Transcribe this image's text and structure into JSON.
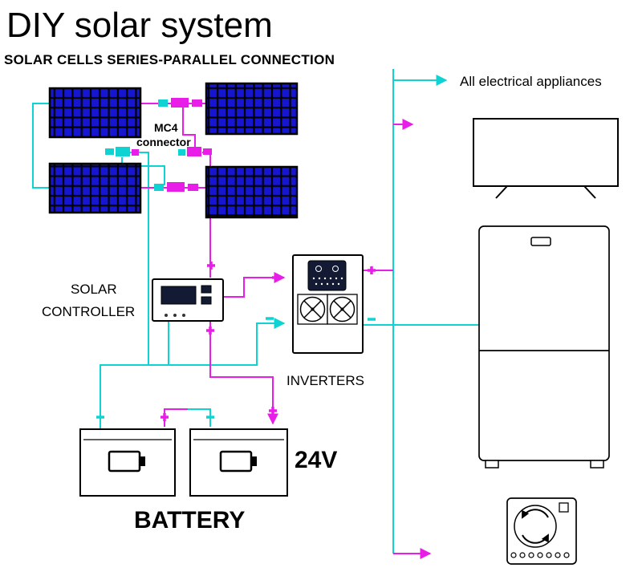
{
  "title": "DIY solar system",
  "subtitle": "SOLAR CELLS SERIES-PARALLEL CONNECTION",
  "labels": {
    "mc4_line1": "MC4",
    "mc4_line2": "connector",
    "controller_line1": "SOLAR",
    "controller_line2": "CONTROLLER",
    "inverters": "INVERTERS",
    "voltage": "24V",
    "battery": "BATTERY",
    "appliances": "All electrical appliances"
  },
  "colors": {
    "wire_negative": "#0fd3d3",
    "wire_positive": "#e81ee8",
    "panel_cell": "#1616d0",
    "ink": "#000000",
    "display_dark": "#131a33"
  }
}
